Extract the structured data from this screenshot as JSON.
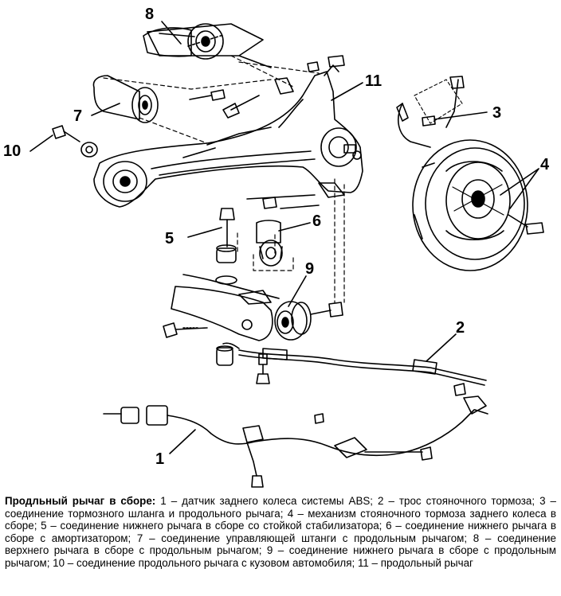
{
  "callouts": [
    "1",
    "2",
    "3",
    "4",
    "5",
    "6",
    "7",
    "8",
    "9",
    "10",
    "11"
  ],
  "caption": {
    "title": "Продльный рычаг в сборе:",
    "text": "1 – датчик заднего колеса системы ABS; 2 – трос стояночного тормоза; 3 – соединение тормозного шланга и продольного рычага; 4 – механизм стояночного тормоза заднего колеса в сборе; 5 – соединение нижнего рычага в сборе со стойкой стабилизатора; 6 – соединение нижнего рычага в сборе с амортизатором; 7 – соединение управляющей штанги с продольным рычагом; 8 – соединение верхнего рычага в сборе с продольным рычагом; 9 – соединение нижнего рычага в сборе с продольным рычагом; 10 – соединение продольного рычага с кузовом автомобиля; 11 – продольный рычаг"
  }
}
